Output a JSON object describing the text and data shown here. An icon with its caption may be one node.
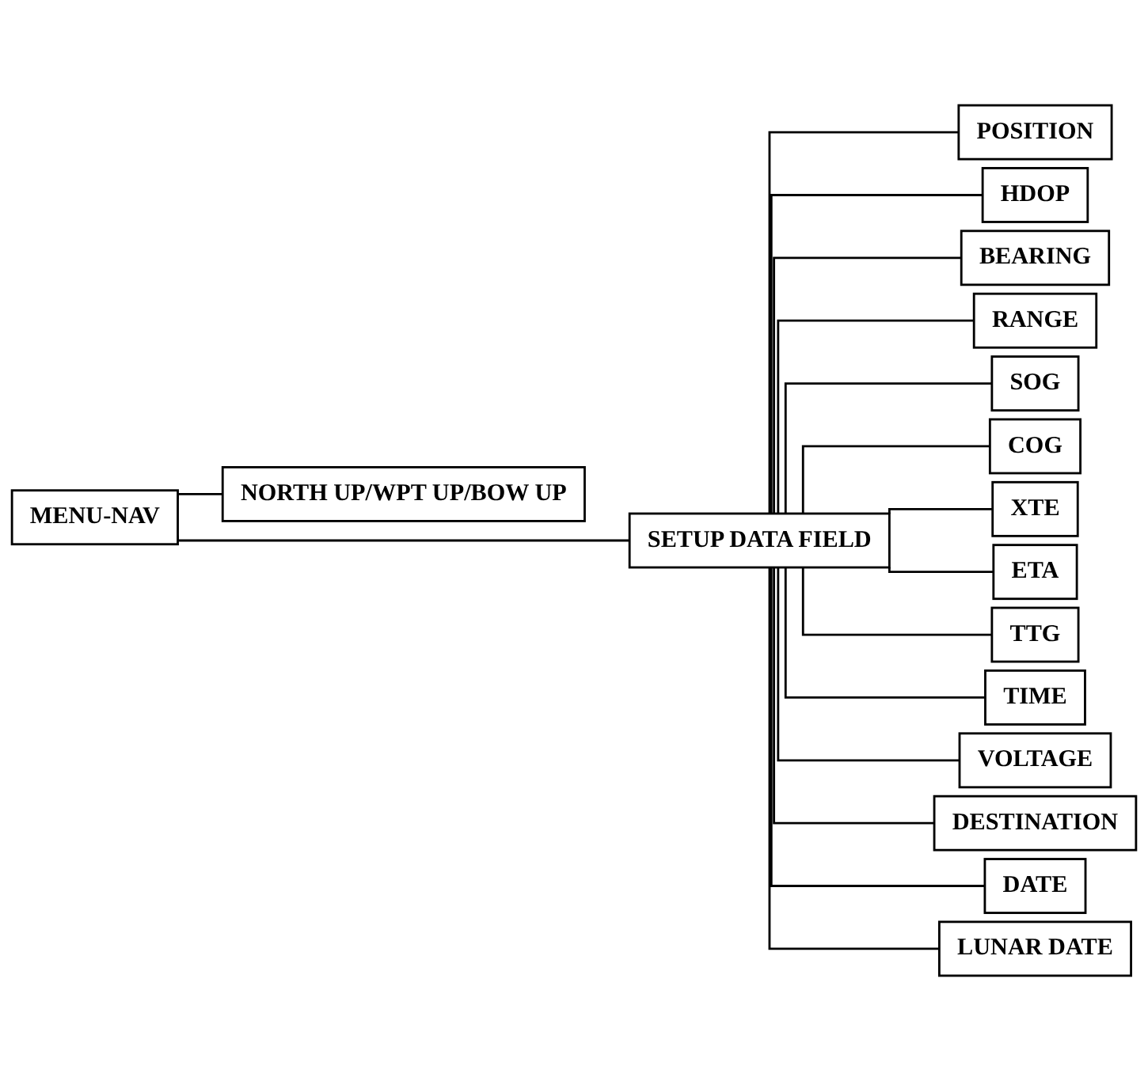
{
  "diagram": {
    "nodes": [
      {
        "text": [
          "MENU-NAV"
        ]
      },
      {
        "text": [
          "NORTH UP/WPT UP/BOW UP"
        ]
      },
      {
        "text": [
          "SETUP DATA FIELD"
        ]
      },
      {
        "text": [
          "POSITION"
        ]
      },
      {
        "text": [
          "HDOP"
        ]
      },
      {
        "text": [
          "BEARING"
        ]
      },
      {
        "text": [
          "RANGE"
        ]
      },
      {
        "text": [
          "SOG"
        ]
      },
      {
        "text": [
          "COG"
        ]
      },
      {
        "text": [
          "XTE"
        ]
      },
      {
        "text": [
          "ETA"
        ]
      },
      {
        "text": [
          "TTG"
        ]
      },
      {
        "text": [
          "TIME"
        ]
      },
      {
        "text": [
          "VOLTAGE"
        ]
      },
      {
        "text": [
          "DESTINATION"
        ]
      },
      {
        "text": [
          "DATE"
        ]
      },
      {
        "text": [
          "LUNAR DATE"
        ]
      }
    ],
    "edges": [
      {
        "from": 0,
        "to": 1,
        "arrow": "none"
      },
      {
        "from": 0,
        "to": 2,
        "arrow": "none"
      },
      {
        "from": 2,
        "to": 3,
        "arrow": "none"
      },
      {
        "from": 2,
        "to": 4,
        "arrow": "none"
      },
      {
        "from": 2,
        "to": 5,
        "arrow": "none"
      },
      {
        "from": 2,
        "to": 6,
        "arrow": "none"
      },
      {
        "from": 2,
        "to": 7,
        "arrow": "none"
      },
      {
        "from": 2,
        "to": 8,
        "arrow": "none"
      },
      {
        "from": 2,
        "to": 9,
        "arrow": "none"
      },
      {
        "from": 2,
        "to": 10,
        "arrow": "none"
      },
      {
        "from": 2,
        "to": 11,
        "arrow": "none"
      },
      {
        "from": 2,
        "to": 12,
        "arrow": "none"
      },
      {
        "from": 2,
        "to": 13,
        "arrow": "none"
      },
      {
        "from": 2,
        "to": 14,
        "arrow": "none"
      },
      {
        "from": 2,
        "to": 15,
        "arrow": "none"
      },
      {
        "from": 2,
        "to": 16,
        "arrow": "none"
      }
    ]
  }
}
